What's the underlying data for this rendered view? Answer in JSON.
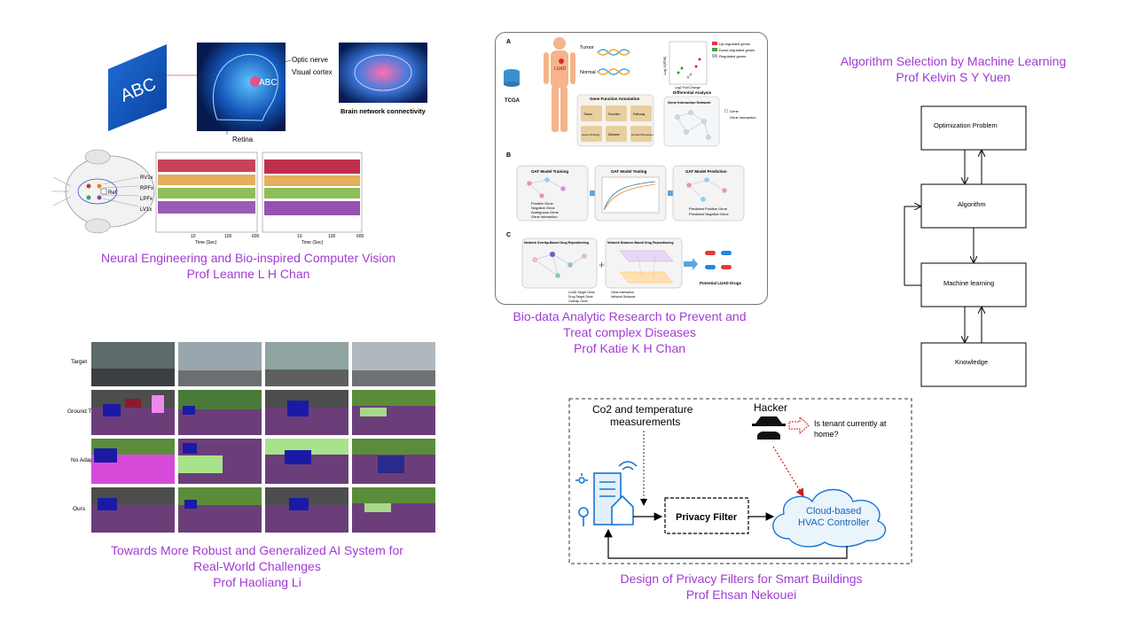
{
  "neural": {
    "abc_sign": "ABC",
    "abc_retina": "ABC",
    "optic_nerve": "Optic nerve",
    "visual_cortex": "Visual cortex",
    "brain_network": "Brain network connectivity",
    "retina": "Retina",
    "channels": [
      "RV1x",
      "RPFx",
      "LPFx",
      "LV1x"
    ],
    "ref": "Ref",
    "time_label": "Time (Sec)",
    "ticks": [
      "10",
      "100",
      "600"
    ],
    "caption_line1": "Neural Engineering and Bio-inspired Computer Vision",
    "caption_line2": "Prof Leanne L H Chan"
  },
  "bio": {
    "panel_a": "A",
    "panel_b": "B",
    "panel_c": "C",
    "tcga": "TCGA",
    "tumor": "Tumor",
    "normal": "Normal",
    "luad": "LUAD",
    "legend": [
      "Up-regulated genes",
      "Down-regulated genes",
      "Regulated genes"
    ],
    "diff_analysis": "Differential Analysis",
    "log_fold": "Log2 Fold Change",
    "log_fdr": "-Log 10(FDR)",
    "gene_function": "Gene Function Annotation",
    "func_boxes": [
      "Tissue",
      "Function",
      "Pathway",
      "Gene Ontology",
      "Disease",
      "Human Phenotype"
    ],
    "gene_network": "Gene Interaction Network",
    "gene": "Gene",
    "gene_interaction": "Gene Interaction",
    "gat_training": "GAT Model Training",
    "gat_testing": "GAT Model Testing",
    "gat_prediction": "GAT Model Prediction",
    "train_legend": [
      "Positive Gene",
      "Negative Gene",
      "Ambiguous Gene",
      "Gene Interaction"
    ],
    "pred_legend": [
      "Predicted Positive Gene",
      "Predicted Negative Gene"
    ],
    "overlap_title": "Network Overlap-Based Drug Repositioning",
    "distance_title": "Network Distance-Based Drug Repositioning",
    "potential_drugs": "Potential LUAD Drugs",
    "c_legend": [
      "LUAD-Target Gene",
      "Drug Target Gene",
      "Overlap Gene",
      "Gene Interaction",
      "Network Distance"
    ],
    "caption_line1": "Bio-data Analytic Research to Prevent and",
    "caption_line2": "Treat complex Diseases",
    "caption_line3": "Prof Katie K H Chan"
  },
  "algorithm": {
    "title_line1": "Algorithm Selection by Machine Learning",
    "title_line2": "Prof Kelvin S Y Yuen",
    "boxes": [
      "Optimization Problem",
      "Algorithm",
      "Machine learning",
      "Knowledge"
    ]
  },
  "segmentation": {
    "rows": [
      "Target",
      "Ground Truth",
      "No Adapt",
      "Ours"
    ],
    "caption_line1": "Towards More Robust and Generalized AI System for",
    "caption_line2": "Real-World Challenges",
    "caption_line3": "Prof Haoliang Li"
  },
  "privacy": {
    "co2_line1": "Co2 and temperature",
    "co2_line2": "measurements",
    "hacker": "Hacker",
    "question_line1": "Is tenant currently at",
    "question_line2": "home?",
    "filter": "Privacy Filter",
    "cloud_line1": "Cloud-based",
    "cloud_line2": "HVAC Controller",
    "caption_line1": "Design of Privacy Filters for Smart Buildings",
    "caption_line2": "Prof Ehsan Nekouei"
  }
}
